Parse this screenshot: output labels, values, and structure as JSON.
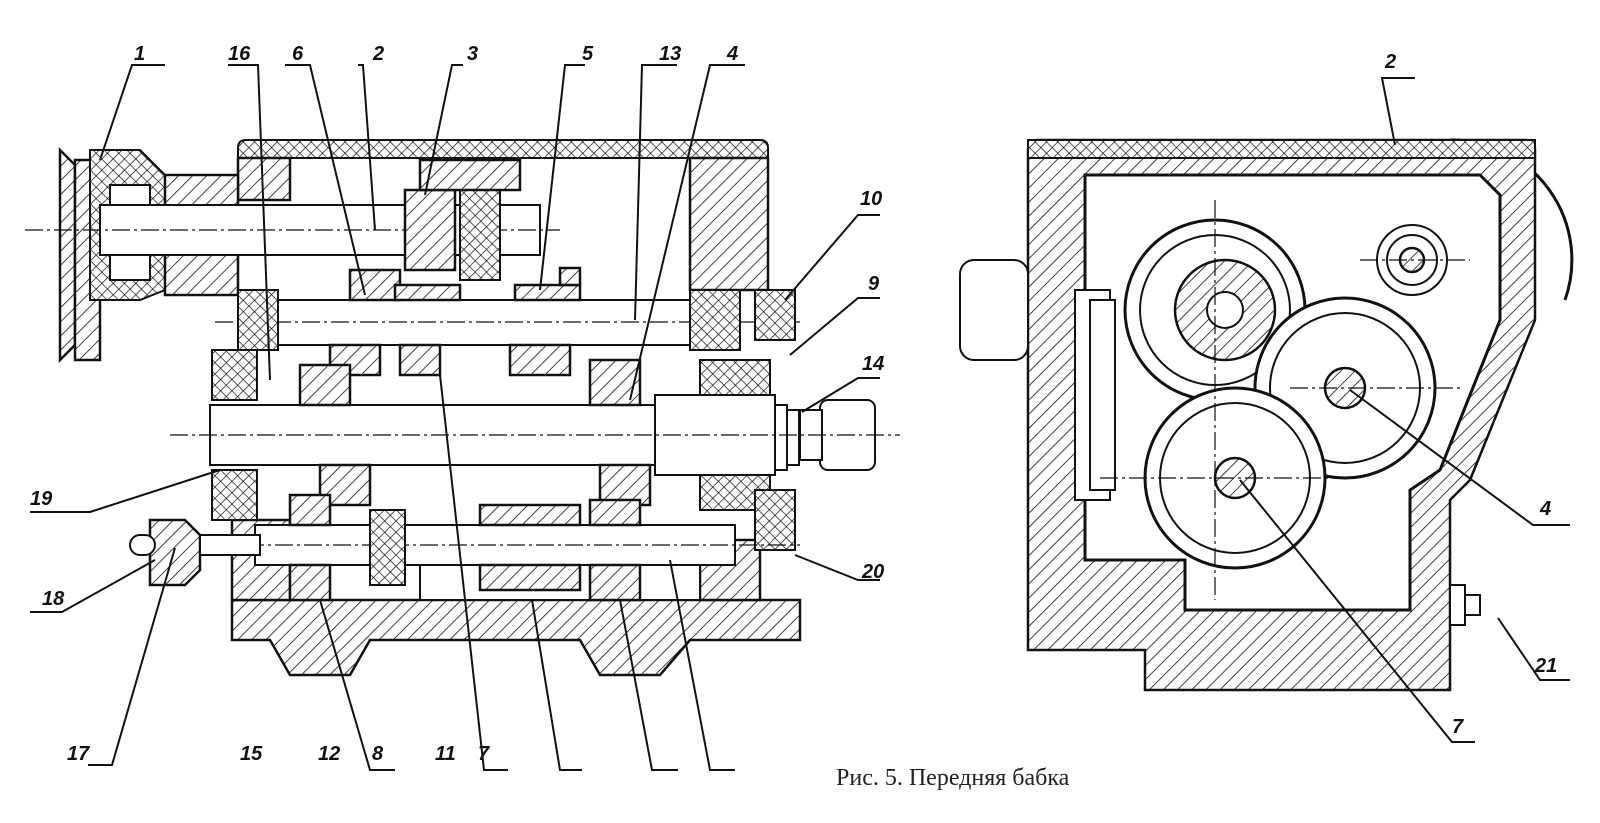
{
  "caption": "Рис. 5. Передняя бабка",
  "left_view": {
    "top_labels": [
      "1",
      "16",
      "6",
      "2",
      "3",
      "5",
      "13",
      "4"
    ],
    "right_labels": [
      "10",
      "9",
      "14",
      "20"
    ],
    "left_labels": [
      "19",
      "18"
    ],
    "bottom_labels": [
      "17",
      "15",
      "12",
      "8",
      "11",
      "7"
    ]
  },
  "right_view": {
    "labels": [
      "2",
      "4",
      "21",
      "7"
    ]
  }
}
